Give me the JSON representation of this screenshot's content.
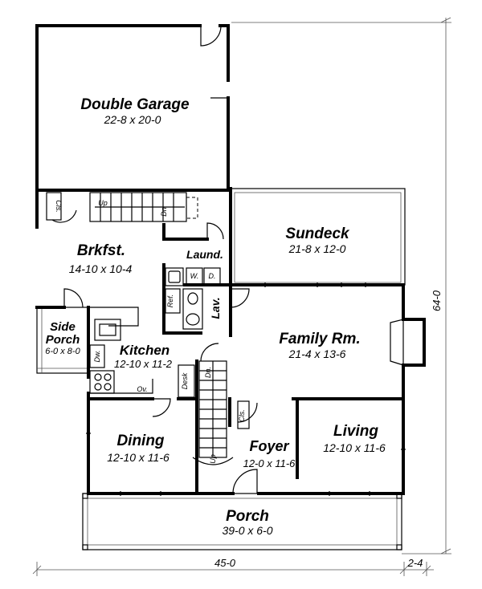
{
  "rooms": {
    "garage": {
      "name": "Double Garage",
      "dim": "22-8 x 20-0"
    },
    "sundeck": {
      "name": "Sundeck",
      "dim": "21-8 x 12-0"
    },
    "breakfast": {
      "name": "Brkfst.",
      "dim": "14-10 x 10-4"
    },
    "laundry": {
      "name": "Laund."
    },
    "lav": {
      "name": "Lav."
    },
    "family": {
      "name": "Family Rm.",
      "dim": "21-4 x 13-6"
    },
    "side_porch": {
      "name_line1": "Side",
      "name_line2": "Porch",
      "dim": "6-0 x 8-0"
    },
    "kitchen": {
      "name": "Kitchen",
      "dim": "12-10 x 11-2"
    },
    "dining": {
      "name": "Dining",
      "dim": "12-10 x 11-6"
    },
    "foyer": {
      "name": "Foyer",
      "dim": "12-0 x 11-6"
    },
    "living": {
      "name": "Living",
      "dim": "12-10 x 11-6"
    },
    "porch": {
      "name": "Porch",
      "dim": "39-0 x 6-0"
    }
  },
  "fixtures": {
    "closet_upper": "Cls.",
    "closet_foyer": "Cls.",
    "stair_up_upper": "Up",
    "stair_dn_upper": "Dn",
    "stair_dn_foyer": "Dn.",
    "stair_up_foyer": "Up",
    "washer": "W.",
    "dryer": "D.",
    "refrigerator": "Ref.",
    "dishwasher": "Dw.",
    "oven": "Ov.",
    "desk": "Desk"
  },
  "dimensions": {
    "overall_width": "45-0",
    "overall_depth": "64-0",
    "offset": "2-4"
  }
}
